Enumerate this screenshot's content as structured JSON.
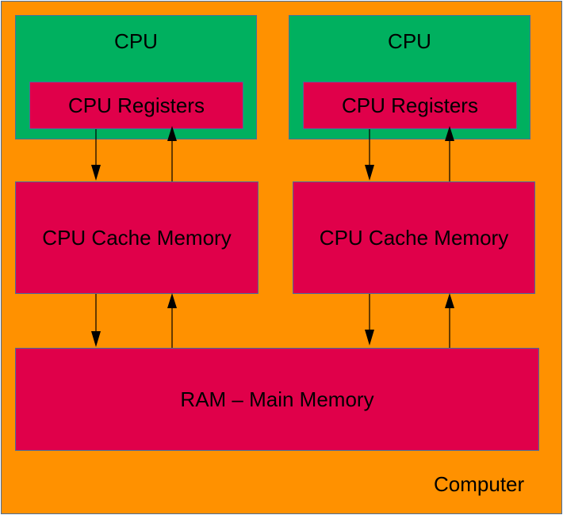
{
  "computer": {
    "label": "Computer"
  },
  "cpus": [
    {
      "label": "CPU",
      "registers": "CPU Registers",
      "cache": "CPU Cache Memory"
    },
    {
      "label": "CPU",
      "registers": "CPU Registers",
      "cache": "CPU Cache Memory"
    }
  ],
  "ram": {
    "label": "RAM – Main Memory"
  },
  "colors": {
    "computer": "#ff9100",
    "cpu": "#00b05f",
    "memory": "#e0004a",
    "border": "#4a6e9a",
    "arrow": "#000000"
  }
}
